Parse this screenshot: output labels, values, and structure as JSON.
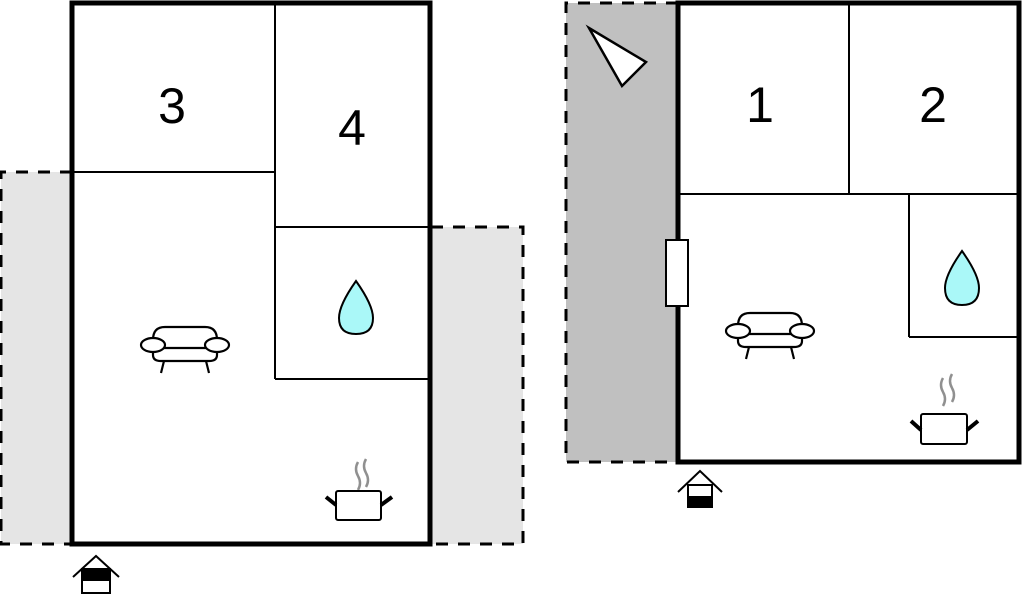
{
  "floorplan": {
    "left_building": {
      "rooms": [
        {
          "id": "bedroom-3",
          "label": "3"
        },
        {
          "id": "bedroom-4",
          "label": "4"
        }
      ],
      "icons": [
        "sofa-icon",
        "water-drop-icon",
        "cooking-pot-icon",
        "entrance-icon"
      ],
      "terraces": [
        "left-terrace",
        "right-terrace"
      ]
    },
    "right_building": {
      "rooms": [
        {
          "id": "bedroom-1",
          "label": "1"
        },
        {
          "id": "bedroom-2",
          "label": "2"
        }
      ],
      "icons": [
        "sofa-icon",
        "water-drop-icon",
        "cooking-pot-icon",
        "entrance-icon",
        "compass-pointer-icon"
      ],
      "features": [
        "covered-terrace",
        "door"
      ]
    },
    "colors": {
      "wall": "#000000",
      "terrace_light": "#e5e5e5",
      "terrace_dark": "#c0c0c0",
      "water": "#aaf8f8",
      "steam": "#909090"
    }
  }
}
